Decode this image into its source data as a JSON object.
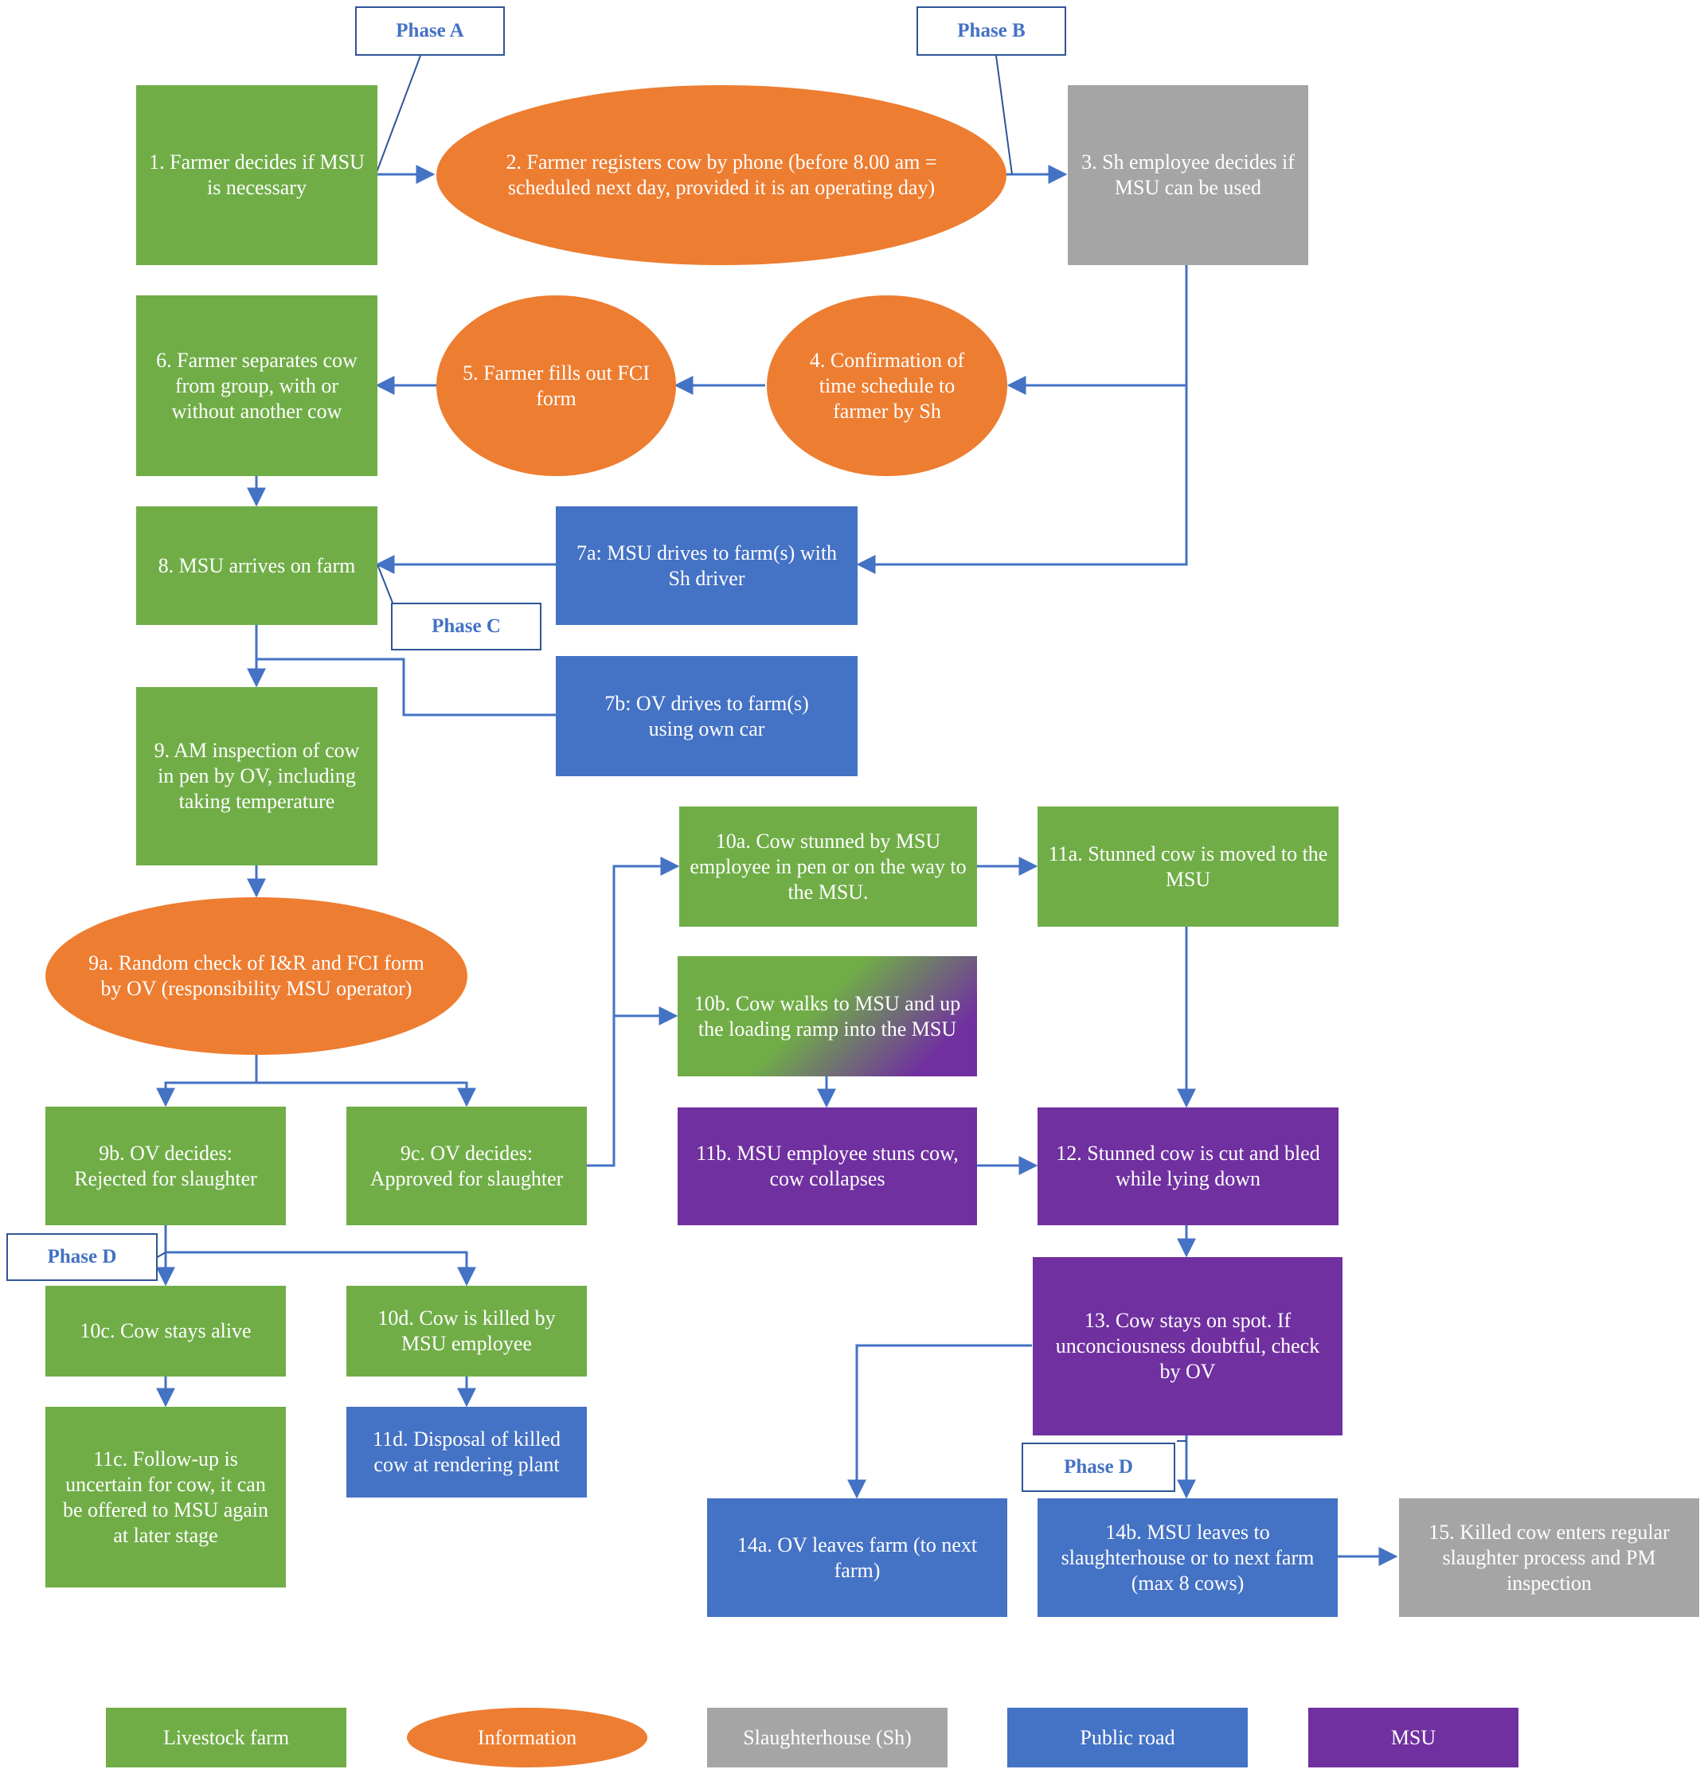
{
  "colors": {
    "livestock_farm": "#70ad47",
    "information": "#ed7d31",
    "slaughterhouse": "#a5a5a5",
    "public_road": "#4472c4",
    "msu": "#7030a0",
    "connector": "#4472c4"
  },
  "phases": {
    "a": "Phase A",
    "b": "Phase B",
    "c": "Phase C",
    "d1": "Phase D",
    "d2": "Phase D"
  },
  "nodes": {
    "n1": "1. Farmer decides if MSU is necessary",
    "n2": "2. Farmer registers cow by phone (before 8.00 am = scheduled next day, provided it is an operating day)",
    "n3": "3. Sh employee decides if MSU can be used",
    "n4": "4. Confirmation of time schedule to farmer by Sh",
    "n5": "5. Farmer fills out FCI form",
    "n6": "6. Farmer separates cow from group, with or without another cow",
    "n7a": "7a: MSU drives to farm(s) with Sh driver",
    "n7b": "7b: OV drives to farm(s) using own car",
    "n8": "8.  MSU arrives on farm",
    "n9": "9. AM inspection of cow in pen by OV, including taking temperature",
    "n9a": "9a. Random check of I&R and FCI form by OV (responsibility MSU operator)",
    "n9b": "9b. OV decides:\nRejected for slaughter",
    "n9c": "9c. OV decides:\nApproved for slaughter",
    "n10a": "10a. Cow stunned by MSU employee in pen or on the way to the MSU.",
    "n10b": "10b. Cow walks to MSU and up the loading ramp into the MSU",
    "n10c": "10c. Cow stays alive",
    "n10d": "10d. Cow is killed by MSU employee",
    "n11a": "11a. Stunned cow is moved to the MSU",
    "n11b": "11b. MSU employee stuns cow, cow collapses",
    "n11c": "11c. Follow-up is uncertain for cow, it can be offered to MSU again at later stage",
    "n11d": "11d. Disposal of killed cow at rendering plant",
    "n12": "12. Stunned cow is cut and bled while lying down",
    "n13": "13. Cow stays on spot. If unconciousness doubtful, check by OV",
    "n14a": "14a. OV leaves farm (to next farm)",
    "n14b": "14b. MSU leaves to slaughterhouse or to next farm (max 8 cows)",
    "n15": "15. Killed cow enters regular slaughter process and PM inspection"
  },
  "legend": {
    "livestock_farm": "Livestock farm",
    "information": "Information",
    "slaughterhouse": "Slaughterhouse (Sh)",
    "public_road": "Public road",
    "msu": "MSU"
  }
}
